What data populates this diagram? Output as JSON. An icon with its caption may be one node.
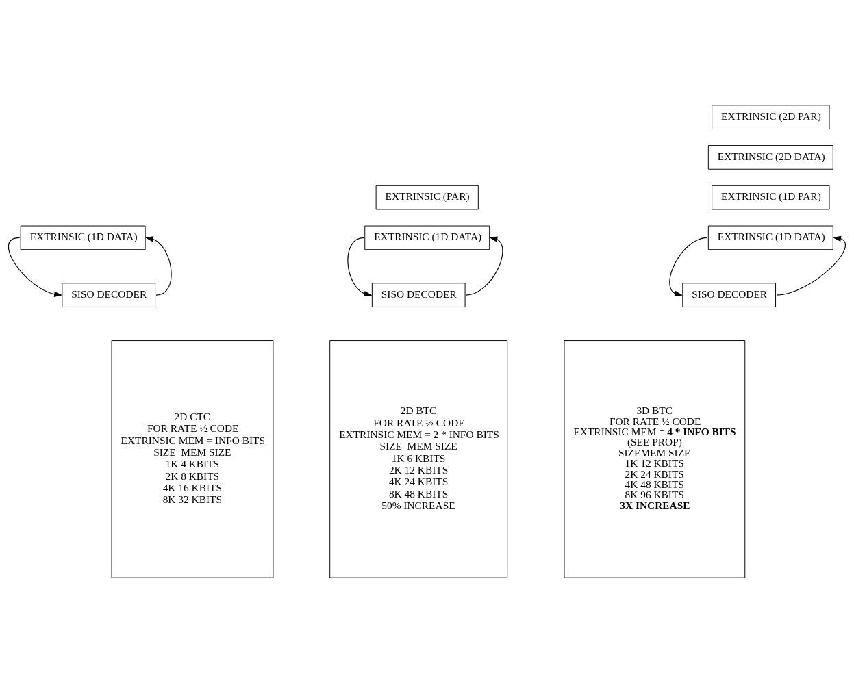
{
  "diagram": {
    "nodes": [
      {
        "text": [
          "EXTRINSIC (1D DATA)"
        ]
      },
      {
        "text": [
          "SISO DECODER"
        ]
      },
      {
        "text": [
          "2D CTC",
          "FOR RATE ½ CODE",
          "EXTRINSIC MEM = INFO BITS",
          "SIZE  MEM SIZE",
          "1K 4 KBITS",
          "2K 8 KBITS",
          "4K 16 KBITS",
          "8K 32 KBITS"
        ]
      },
      {
        "text": [
          "EXTRINSIC (PAR)"
        ]
      },
      {
        "text": [
          "EXTRINSIC (1D DATA)"
        ]
      },
      {
        "text": [
          "SISO DECODER"
        ]
      },
      {
        "text": [
          "2D BTC",
          "FOR RATE ½ CODE",
          "EXTRINSIC MEM = 2 * INFO BITS",
          "SIZE  MEM SIZE",
          "1K 6 KBITS",
          "2K 12 KBITS",
          "4K 24 KBITS",
          "8K 48 KBITS",
          "50% INCREASE"
        ]
      },
      {
        "text": [
          "EXTRINSIC (2D PAR)"
        ]
      },
      {
        "text": [
          "EXTRINSIC (2D DATA)"
        ]
      },
      {
        "text": [
          "EXTRINSIC (1D PAR)"
        ]
      },
      {
        "text": [
          "EXTRINSIC (1D DATA)"
        ]
      },
      {
        "text": [
          "SISO DECODER"
        ]
      },
      {
        "text": [
          "3D BTC",
          "FOR RATE ½ CODE",
          "EXTRINSIC MEM = **4 * INFO BITS**",
          "(SEE PROP)",
          "SIZEMEM SIZE",
          "1K 12 KBITS",
          "2K 24 KBITS",
          "4K 48 KBITS",
          "8K 96 KBITS",
          "**3X INCREASE**"
        ]
      }
    ],
    "edges": [
      {
        "from": 0,
        "to": 1,
        "arrow": "to"
      },
      {
        "from": 1,
        "to": 0,
        "arrow": "to"
      },
      {
        "from": 4,
        "to": 5,
        "arrow": "to"
      },
      {
        "from": 5,
        "to": 4,
        "arrow": "to"
      },
      {
        "from": 10,
        "to": 11,
        "arrow": "to"
      },
      {
        "from": 11,
        "to": 10,
        "arrow": "to"
      }
    ]
  }
}
